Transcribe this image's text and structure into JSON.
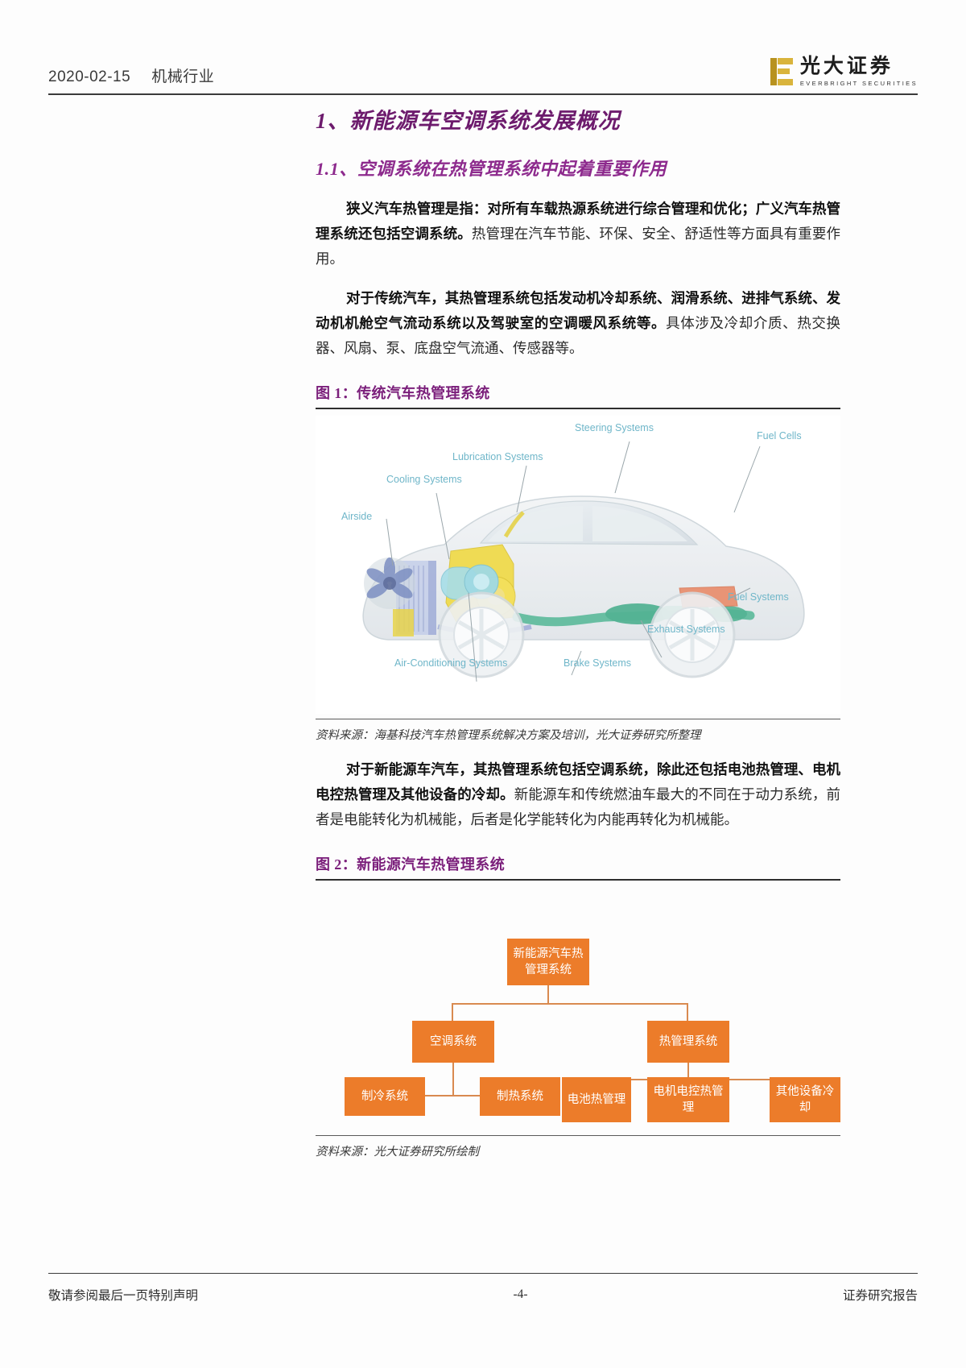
{
  "header": {
    "date": "2020-02-15",
    "industry": "机械行业",
    "logo_cn": "光大证券",
    "logo_en": "EVERBRIGHT SECURITIES",
    "logo_color": "#c9a227"
  },
  "section": {
    "number_title": "1、新能源车空调系统发展概况",
    "sub_title": "1.1、空调系统在热管理系统中起着重要作用",
    "heading_color": "#6d1b6d",
    "sub_heading_color": "#8d2a8d"
  },
  "paragraphs": [
    {
      "bold": "狭义汽车热管理是指：对所有车载热源系统进行综合管理和优化；广义汽车热管理系统还包括空调系统。",
      "rest": "热管理在汽车节能、环保、安全、舒适性等方面具有重要作用。"
    },
    {
      "bold": "对于传统汽车，其热管理系统包括发动机冷却系统、润滑系统、进排气系统、发动机机舱空气流动系统以及驾驶室的空调暖风系统等。",
      "rest": "具体涉及冷却介质、热交换器、风扇、泵、底盘空气流通、传感器等。"
    },
    {
      "bold": "对于新能源车汽车，其热管理系统包括空调系统，除此还包括电池热管理、电机电控热管理及其他设备的冷却。",
      "rest": "新能源车和传统燃油车最大的不同在于动力系统，前者是电能转化为机械能，后者是化学能转化为内能再转化为机械能。"
    }
  ],
  "figure1": {
    "caption": "图 1：传统汽车热管理系统",
    "source": "资料来源：海基科技汽车热管理系统解决方案及培训，光大证券研究所整理",
    "label_color": "#6fb6c9",
    "labels": [
      {
        "id": "steering",
        "text": "Steering Systems"
      },
      {
        "id": "fuel-cells",
        "text": "Fuel Cells"
      },
      {
        "id": "lubrication",
        "text": "Lubrication Systems"
      },
      {
        "id": "cooling",
        "text": "Cooling Systems"
      },
      {
        "id": "airside",
        "text": "Airside"
      },
      {
        "id": "fuel-systems",
        "text": "Fuel Systems"
      },
      {
        "id": "exhaust",
        "text": "Exhaust Systems"
      },
      {
        "id": "air-conditioning",
        "text": "Air-Conditioning Systems"
      },
      {
        "id": "brake",
        "text": "Brake Systems"
      }
    ]
  },
  "figure2": {
    "caption": "图 2：新能源汽车热管理系统",
    "source": "资料来源：光大证券研究所绘制",
    "node_color": "#ec7c2a",
    "connector_color": "#d98a50",
    "nodes": {
      "root": "新能源汽车热管理系统",
      "ac_system": "空调系统",
      "thermal_system": "热管理系统",
      "cooling": "制冷系统",
      "heating": "制热系统",
      "battery": "电池热管理",
      "motor": "电机电控热管理",
      "other": "其他设备冷却"
    }
  },
  "footer": {
    "left": "敬请参阅最后一页特别声明",
    "center": "-4-",
    "right": "证券研究报告"
  }
}
